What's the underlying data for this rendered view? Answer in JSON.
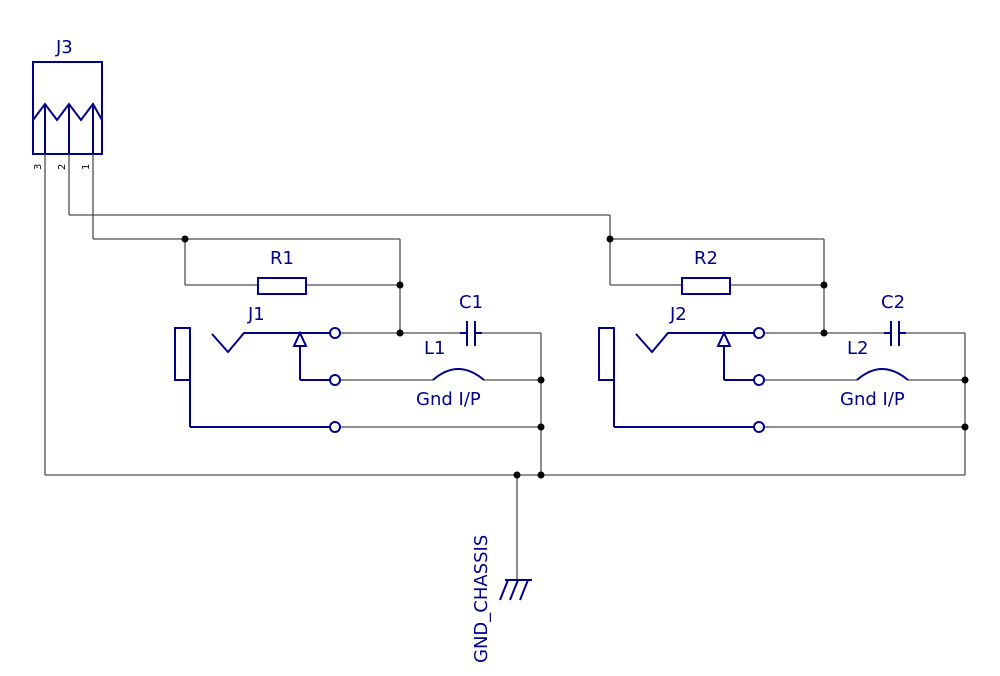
{
  "connector": {
    "ref": "J3",
    "pins": [
      "3",
      "2",
      "1"
    ]
  },
  "resistors": [
    "R1",
    "R2"
  ],
  "jacks": [
    "J1",
    "J2"
  ],
  "capacitors": [
    "C1",
    "C2"
  ],
  "inductors": [
    "L1",
    "L2"
  ],
  "net_labels": [
    "Gnd I/P",
    "Gnd I/P"
  ],
  "ground": {
    "label": "GND_CHASSIS"
  },
  "colors": {
    "symbol": "#00008b",
    "wire": "#4d4d4d",
    "junction": "#000000"
  }
}
